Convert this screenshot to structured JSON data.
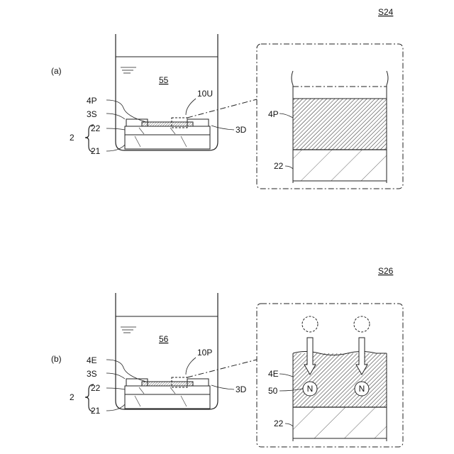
{
  "panel_a": {
    "step": "S24",
    "tag": "(a)",
    "liquid": "55",
    "labels": {
      "film": "4P",
      "source": "3S",
      "layer22": "22",
      "bracket": "2",
      "layer21": "21",
      "region": "10U",
      "drain": "3D",
      "inset_film": "4P",
      "inset_22": "22"
    }
  },
  "panel_b": {
    "step": "S26",
    "tag": "(b)",
    "liquid": "56",
    "labels": {
      "film": "4E",
      "source": "3S",
      "layer22": "22",
      "bracket": "2",
      "layer21": "21",
      "region": "10P",
      "drain": "3D",
      "inset_film": "4E",
      "inset_50": "50",
      "inset_22": "22",
      "ion_left": "N",
      "ion_right": "N"
    }
  }
}
